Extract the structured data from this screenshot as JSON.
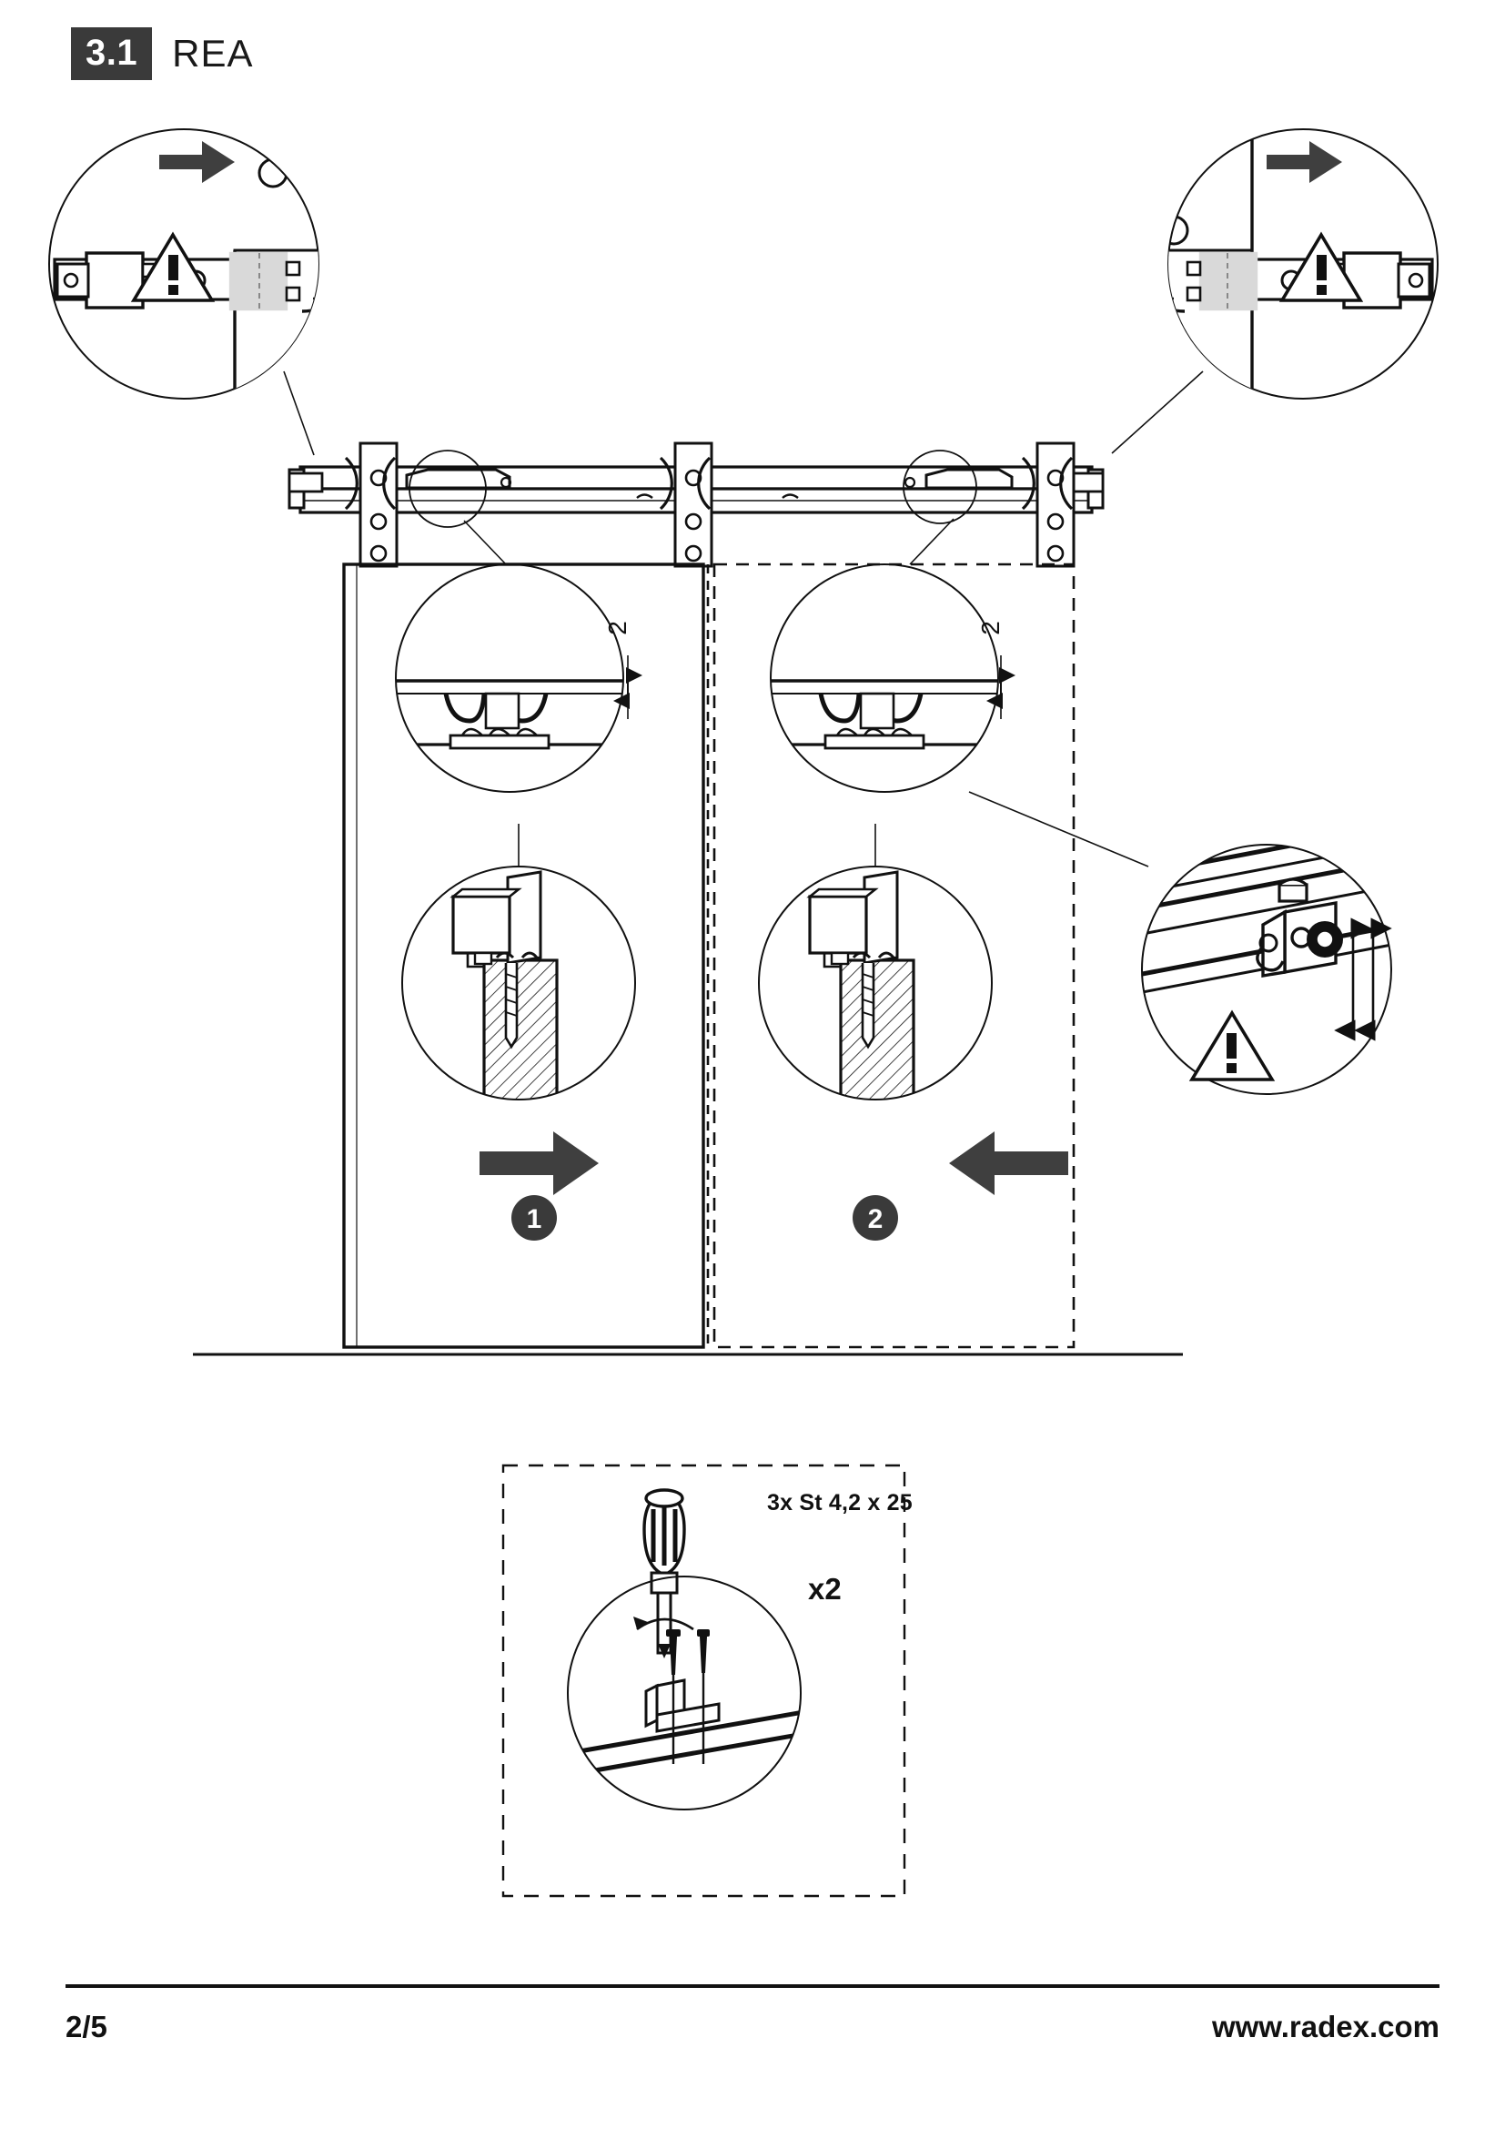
{
  "header": {
    "step_number": "3.1",
    "title": "REA"
  },
  "footer": {
    "page": "2/5",
    "url": "www.radex.com"
  },
  "parts_box": {
    "screw_spec": "3x St 4,2 x 25",
    "quantity": "x2",
    "tool_icon": "screwdriver-icon"
  },
  "callouts": {
    "top_left": {
      "name": "left-end-stop-detail",
      "arrow_direction": "left",
      "warning": "!"
    },
    "top_right": {
      "name": "right-end-stop-detail",
      "arrow_direction": "right",
      "warning": "!"
    },
    "left_clearance": {
      "name": "left-guide-clearance-detail",
      "dimension": "2"
    },
    "right_clearance": {
      "name": "right-guide-clearance-detail",
      "dimension": "2"
    },
    "left_bracket": {
      "name": "left-door-bracket-detail"
    },
    "right_bracket": {
      "name": "right-door-bracket-detail"
    },
    "roller_adjust": {
      "name": "roller-height-adjust-detail",
      "warning": "!",
      "adjust_direction": "vertical-bidirectional"
    },
    "screw_mount": {
      "name": "rail-screw-mount-detail"
    }
  },
  "doors": {
    "left": {
      "step_marker": "1",
      "arrow_direction": "left",
      "style": "solid"
    },
    "right": {
      "step_marker": "2",
      "arrow_direction": "right",
      "style": "dashed"
    }
  },
  "colors": {
    "line": "#111111",
    "arrow_fill": "#3f3f3f",
    "badge_bg": "#3a3a3a",
    "shade": "#d9d9d9",
    "paper": "#ffffff"
  }
}
